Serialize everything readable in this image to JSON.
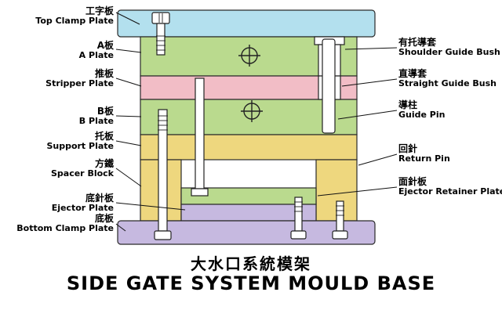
{
  "title": {
    "chinese": "大水口系統模架",
    "english": "SIDE GATE SYSTEM MOULD BASE"
  },
  "labels_left": [
    {
      "zh": "工字板",
      "en": "Top Clamp Plate"
    },
    {
      "zh": "A板",
      "en": "A Plate"
    },
    {
      "zh": "推板",
      "en": "Stripper Plate"
    },
    {
      "zh": "B板",
      "en": "B Plate"
    },
    {
      "zh": "托板",
      "en": "Support Plate"
    },
    {
      "zh": "方鐵",
      "en": "Spacer Block"
    },
    {
      "zh": "底針板",
      "en": "Ejector Plate"
    },
    {
      "zh": "底板",
      "en": "Bottom Clamp Plate"
    }
  ],
  "labels_right": [
    {
      "zh": "有托導套",
      "en": "Shoulder Guide Bush"
    },
    {
      "zh": "直導套",
      "en": "Straight Guide Bush"
    },
    {
      "zh": "導柱",
      "en": "Guide Pin"
    },
    {
      "zh": "回針",
      "en": "Return Pin"
    },
    {
      "zh": "面針板",
      "en": "Ejector Retainer Plate"
    }
  ],
  "colors": {
    "top_clamp_plate": "#b3e0ee",
    "a_plate": "#bada8e",
    "stripper_plate": "#f2bdc6",
    "b_plate": "#bada8e",
    "support_plate": "#eed77e",
    "spacer_block": "#eed77e",
    "ejector_retainer_plate": "#bada8e",
    "ejector_plate": "#c6b9e0",
    "bottom_clamp_plate": "#c6b9e0",
    "pin": "#ffffff",
    "outline": "#222222",
    "background": "#ffffff",
    "text": "#000000"
  }
}
